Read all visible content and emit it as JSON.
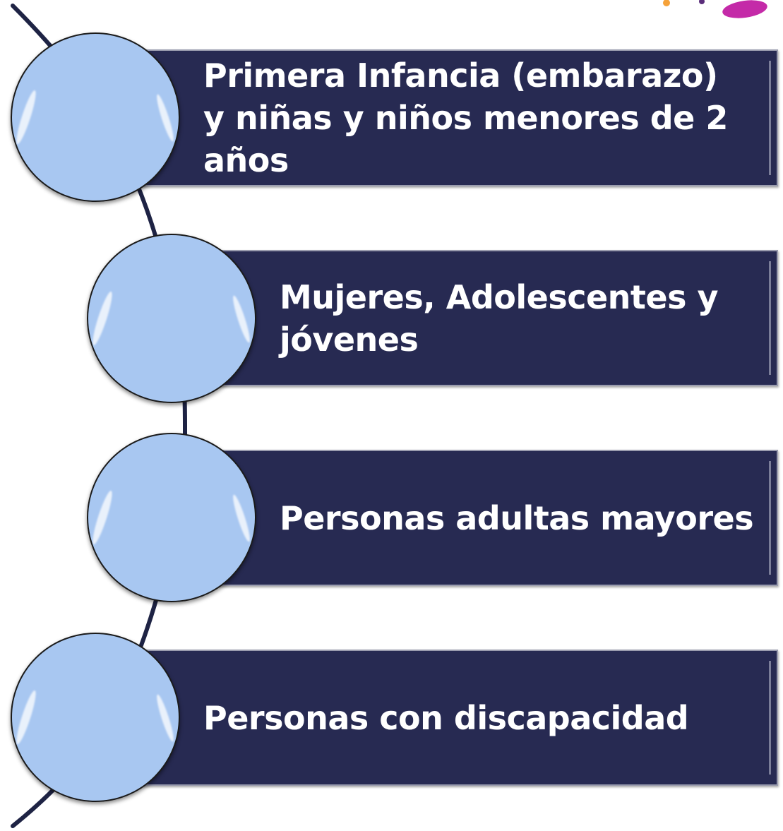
{
  "colors": {
    "box_fill": "#272a52",
    "circle_fill": "#a8c7f1",
    "connector": "#1e2344",
    "accent_pink": "#c42aa8",
    "accent_orange": "#f5a23a",
    "accent_purple": "#5a2d7a"
  },
  "items": [
    {
      "label": "Primera Infancia (embarazo) y niñas y niños menores de 2 años"
    },
    {
      "label": "Mujeres, Adolescentes y jóvenes"
    },
    {
      "label": "Personas adultas mayores"
    },
    {
      "label": "Personas con discapacidad"
    }
  ]
}
